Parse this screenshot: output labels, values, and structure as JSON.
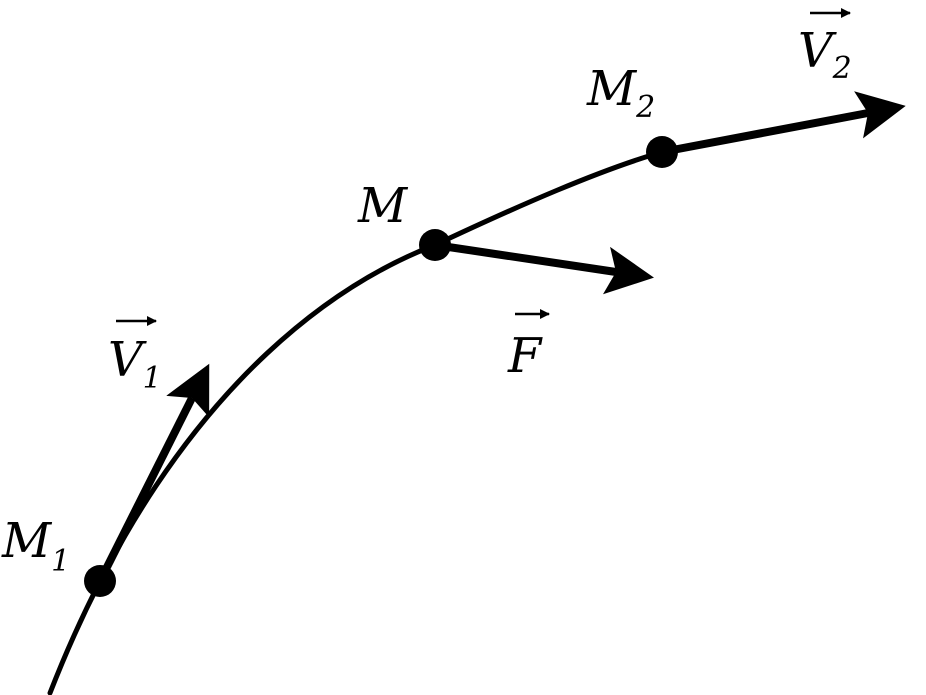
{
  "colors": {
    "stroke": "#000000",
    "background": "#ffffff"
  },
  "points": {
    "m1": {
      "letter": "M",
      "sub": "1"
    },
    "m": {
      "letter": "M"
    },
    "m2": {
      "letter": "M",
      "sub": "2"
    }
  },
  "vectors": {
    "v1": {
      "letter": "V",
      "sub": "1"
    },
    "v2": {
      "letter": "V",
      "sub": "2"
    },
    "f": {
      "letter": "F"
    }
  }
}
